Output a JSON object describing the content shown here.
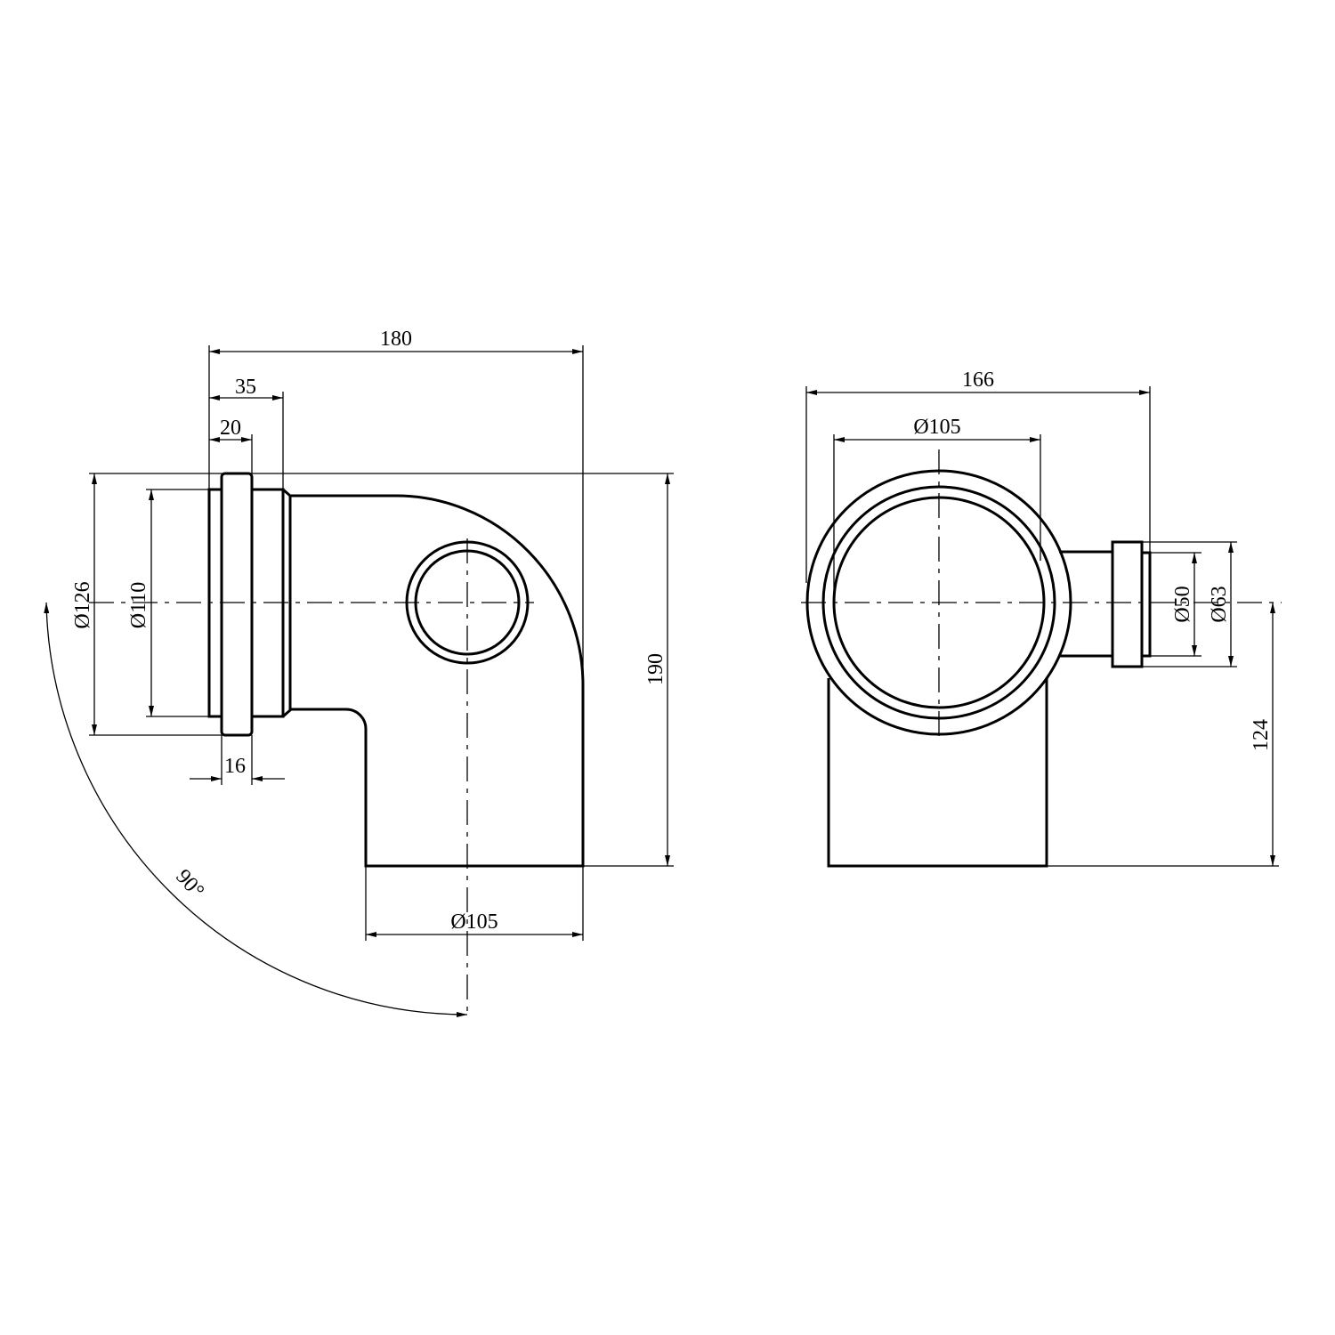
{
  "drawing": {
    "side_view": {
      "dims": {
        "overall_length": "180",
        "socket_depth": "35",
        "ring_offset": "20",
        "seal_diameter": "Ø126",
        "socket_diameter": "Ø110",
        "overall_height": "190",
        "ring_width": "16",
        "outlet_diameter": "Ø105",
        "angle": "90°"
      }
    },
    "front_view": {
      "dims": {
        "overall_width": "166",
        "outlet_diameter": "Ø105",
        "branch_inner": "Ø50",
        "branch_outer": "Ø63",
        "branch_height": "124"
      }
    }
  }
}
